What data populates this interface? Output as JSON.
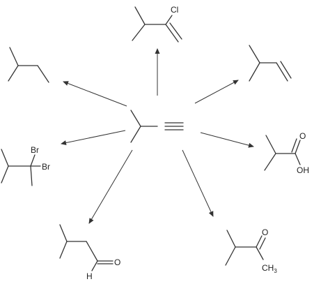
{
  "diagram": {
    "center": {
      "triple_bond": "≡"
    },
    "labels": {
      "chloro": "Cl",
      "bromo_1": "Br",
      "bromo_2": "Br",
      "acid_oxygen": "O",
      "acid_hydroxyl": "OH",
      "aldehyde_oxygen": "O",
      "aldehyde_hydrogen": "H",
      "ketone_oxygen": "O",
      "methyl_C": "CH",
      "methyl_sub": "3"
    }
  }
}
